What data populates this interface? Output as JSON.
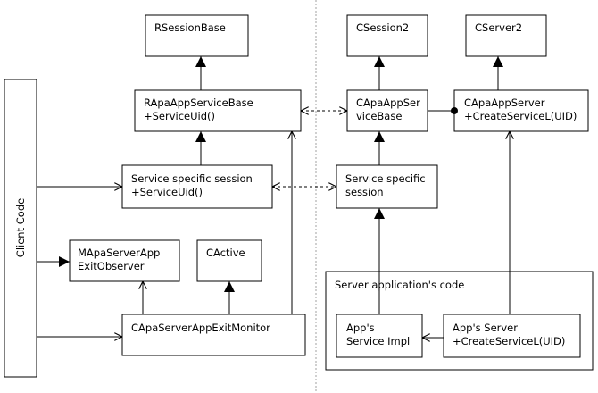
{
  "client_code": "Client Code",
  "boxes": {
    "rsessionbase": [
      "RSessionBase"
    ],
    "rapaappservicebase": [
      "RApaAppServiceBase",
      "+ServiceUid()"
    ],
    "client_service_session": [
      "Service specific session",
      "+ServiceUid()"
    ],
    "mapaserverappexitobserver": [
      "MApaServerApp",
      "ExitObserver"
    ],
    "cactive": [
      "CActive"
    ],
    "capaserverappexitmonitor": [
      "CApaServerAppExitMonitor"
    ],
    "csession2": [
      "CSession2"
    ],
    "cserver2": [
      "CServer2"
    ],
    "capaappservicebase": [
      "CApaAppSer",
      "viceBase"
    ],
    "capaappserver": [
      "CApaAppServer",
      "+CreateServiceL(UID)"
    ],
    "server_service_session": [
      "Service specific",
      "session"
    ],
    "server_app_code": [
      "Server application's code"
    ],
    "app_service_impl": [
      "App's",
      "Service Impl"
    ],
    "app_server": [
      "App's Server",
      "+CreateServiceL(UID)"
    ]
  },
  "colors": {
    "line": "#000000",
    "background": "#ffffff",
    "divider": "#a0a0a0"
  }
}
